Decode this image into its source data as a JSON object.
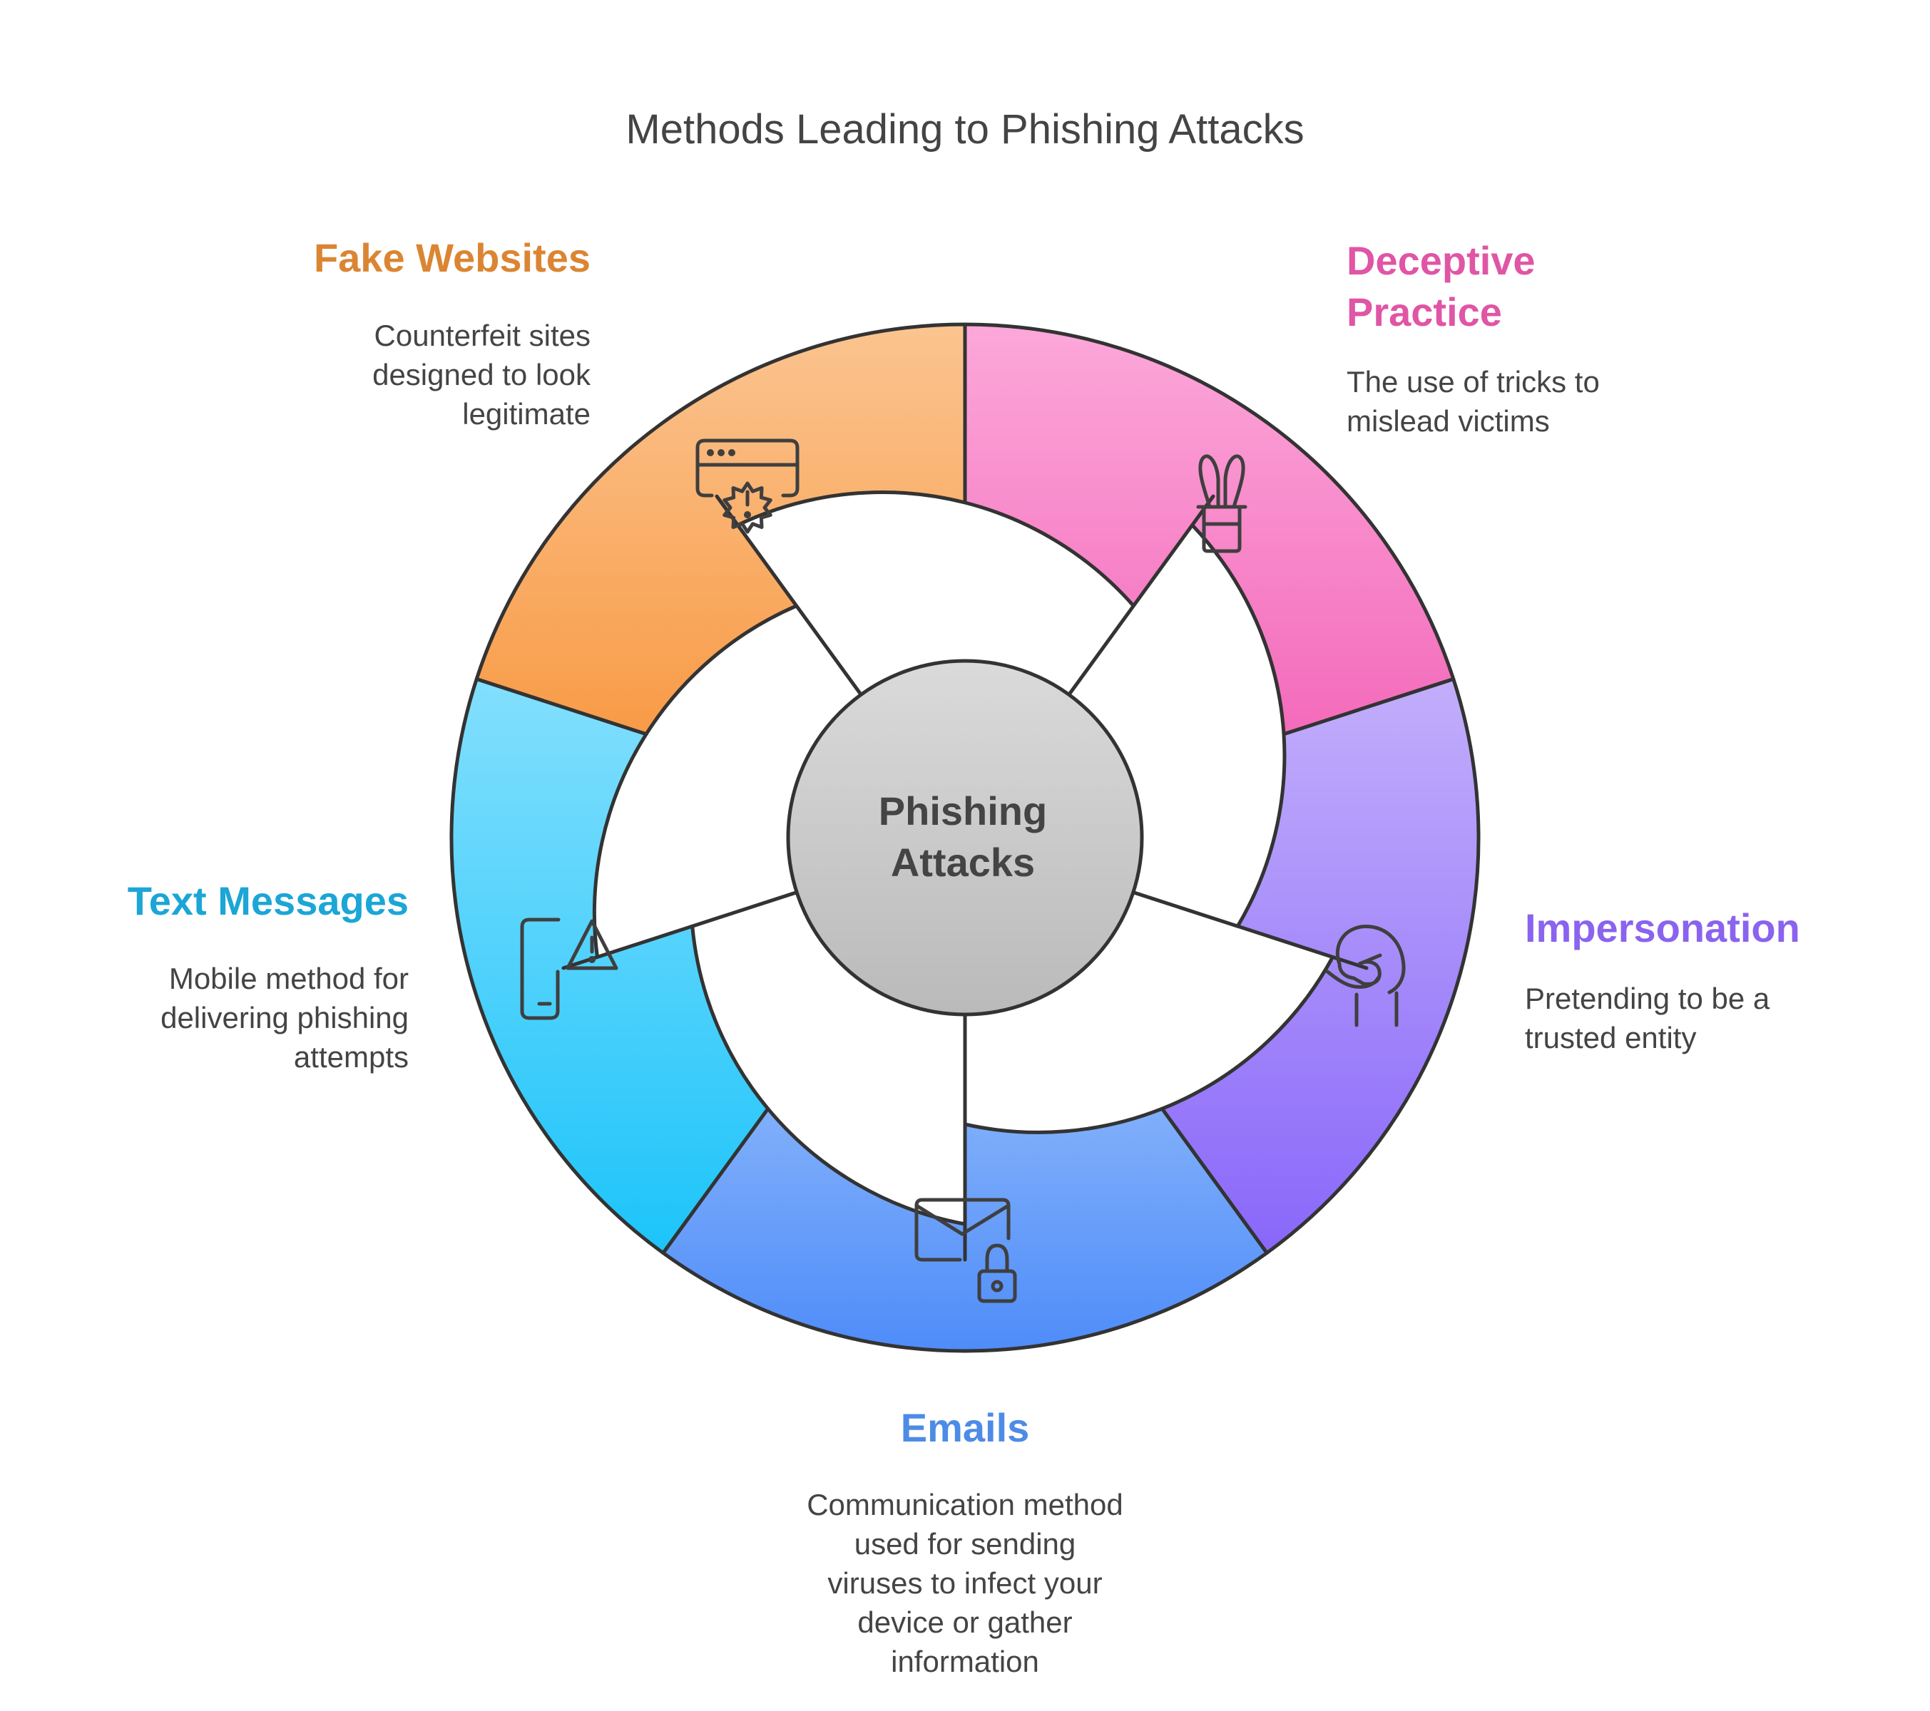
{
  "title": "Methods Leading to Phishing Attacks",
  "center_label": "Phishing Attacks",
  "segments": [
    {
      "key": "fake_websites",
      "title": "Fake Websites",
      "description": "Counterfeit sites designed to look legitimate",
      "color": "#DB8533",
      "icon": "browser-alert-icon"
    },
    {
      "key": "deceptive_practice",
      "title": "Deceptive Practice",
      "description": "The use of tricks to mislead victims",
      "color": "#E055A5",
      "icon": "magic-hat-rabbit-icon"
    },
    {
      "key": "impersonation",
      "title": "Impersonation",
      "description": "Pretending to be a trusted entity",
      "color": "#8A63EE",
      "icon": "masked-person-icon"
    },
    {
      "key": "emails",
      "title": "Emails",
      "description": "Communication method used for sending viruses to infect your device or gather information",
      "color": "#4E8BE6",
      "icon": "envelope-lock-icon"
    },
    {
      "key": "text_messages",
      "title": "Text Messages",
      "description": "Mobile method for delivering phishing attempts",
      "color": "#1BA6D6",
      "icon": "phone-warning-icon"
    }
  ]
}
